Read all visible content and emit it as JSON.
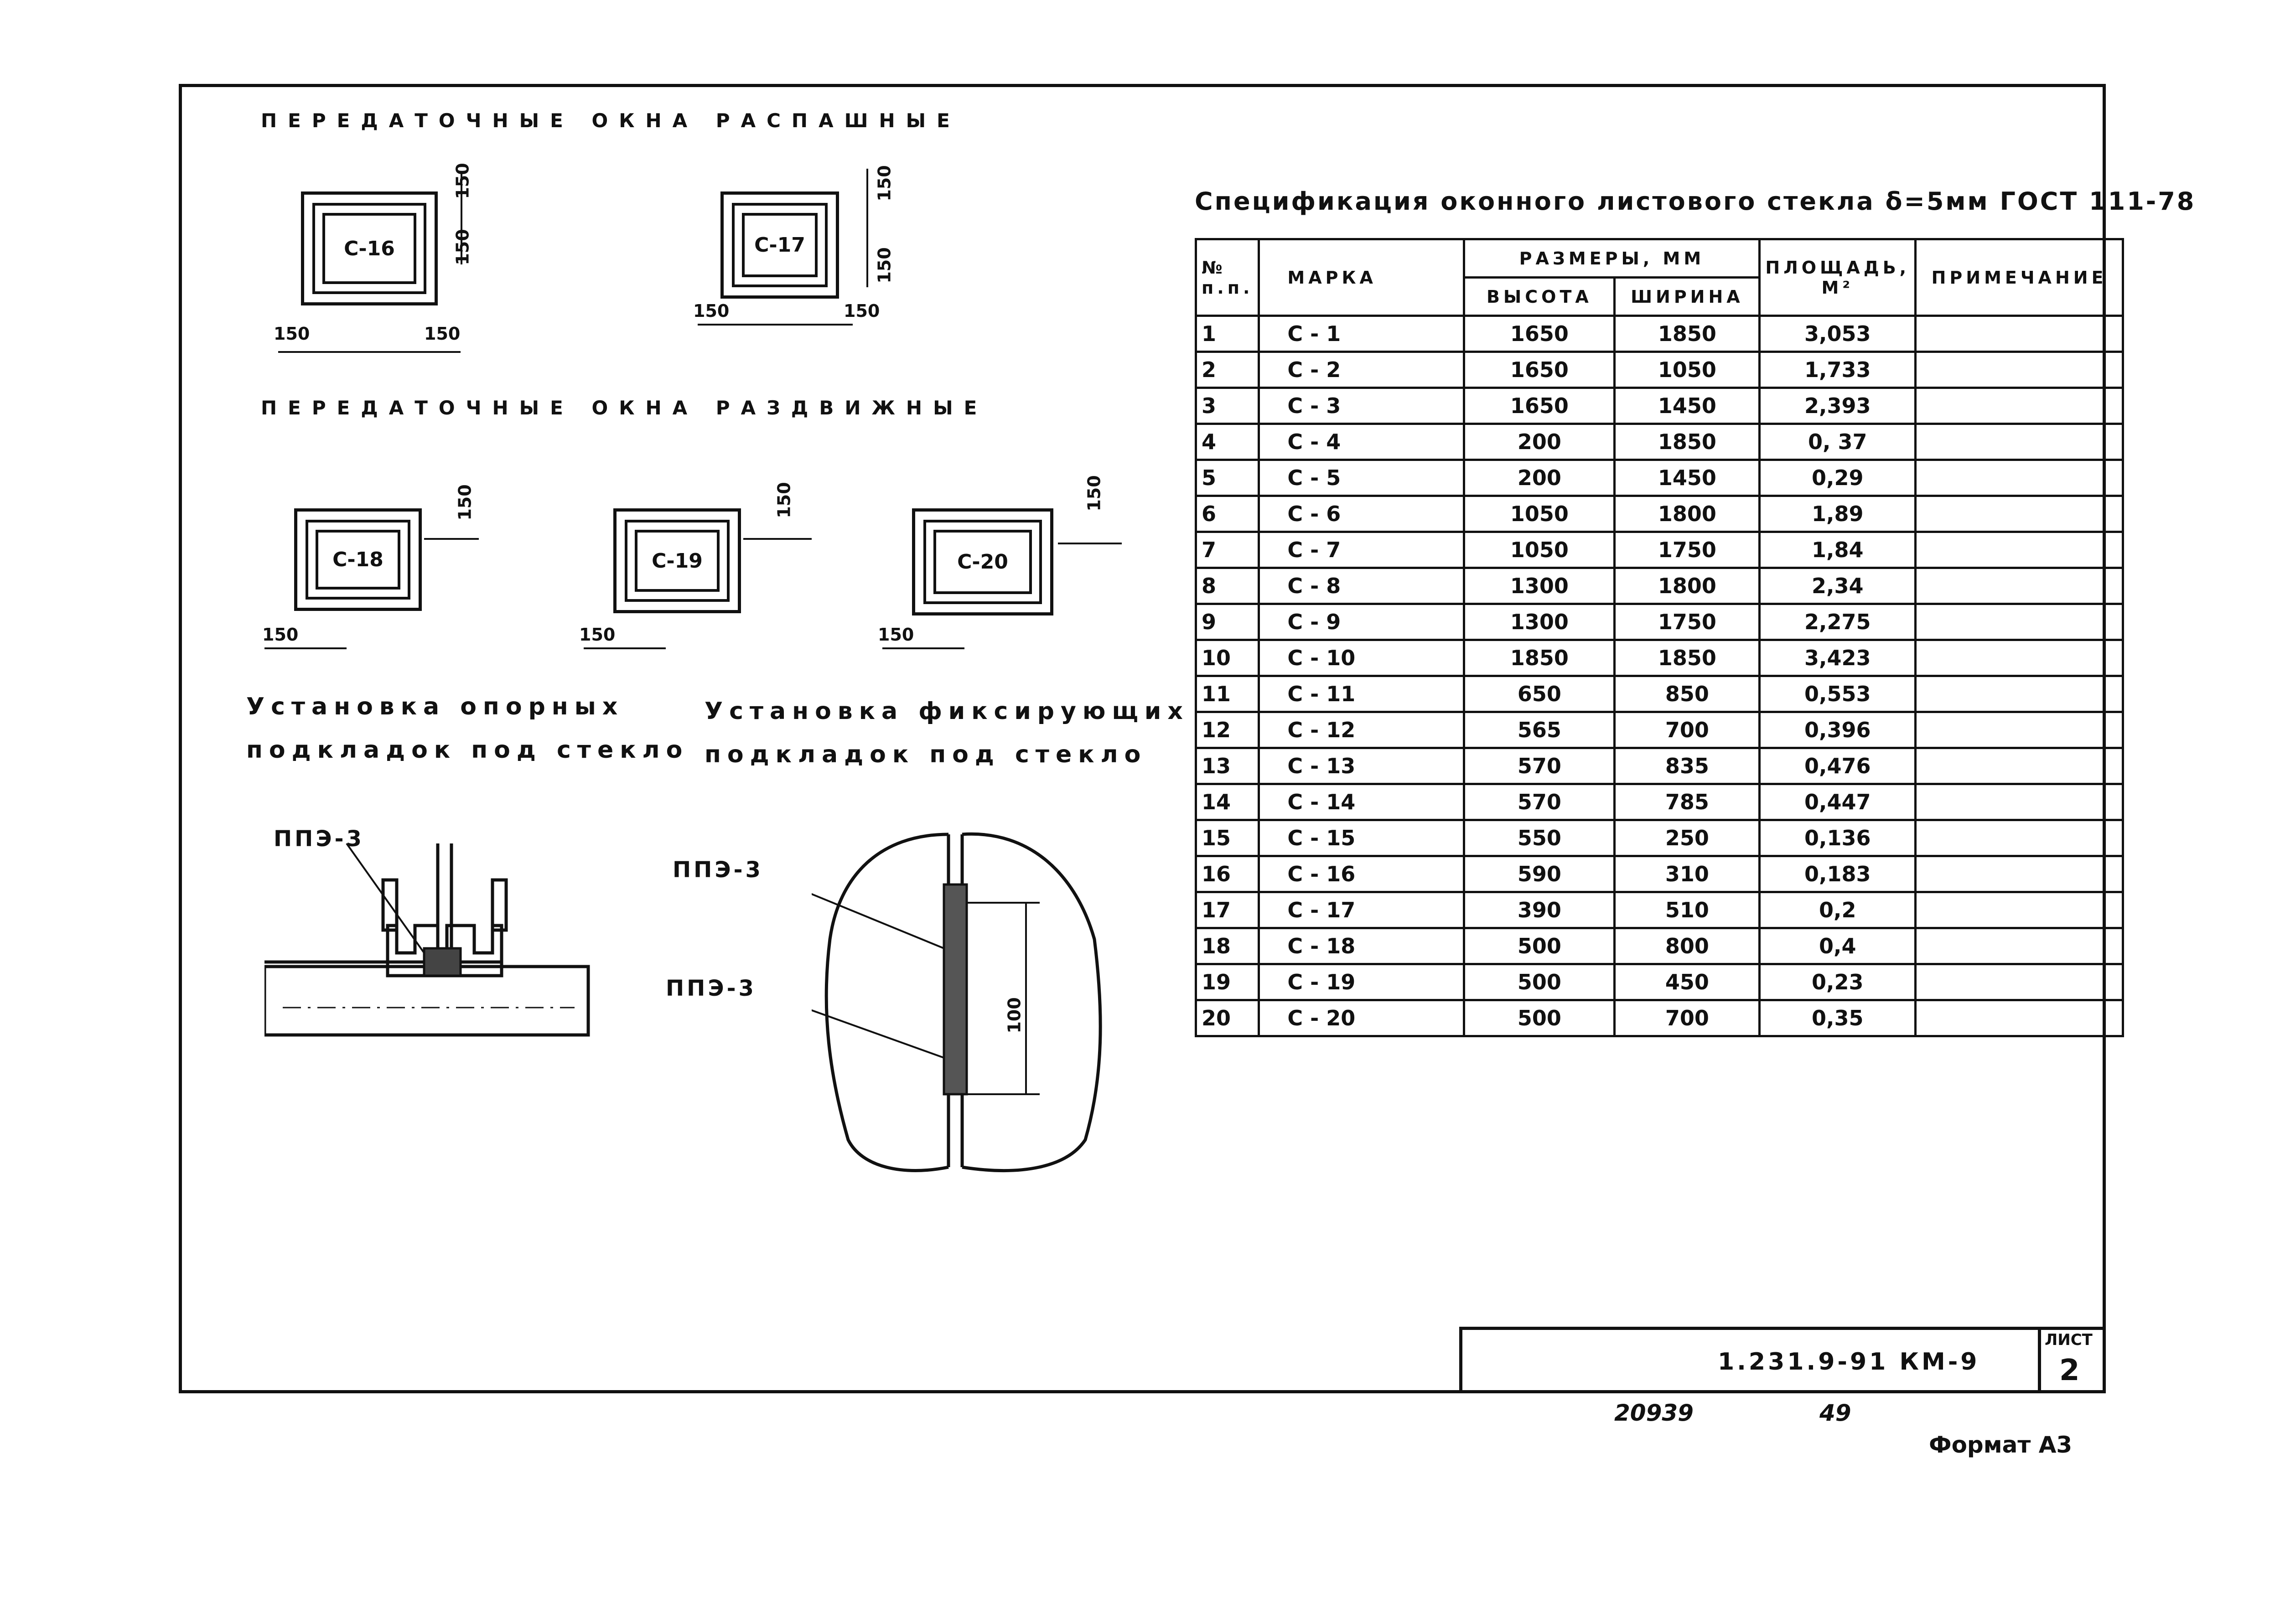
{
  "headings": {
    "swing_windows": "ПЕРЕДАТОЧНЫЕ ОКНА РАСПАШНЫЕ",
    "sliding_windows": "ПЕРЕДАТОЧНЫЕ ОКНА РАЗДВИЖНЫЕ",
    "support_pads_line1": "Установка опорных",
    "support_pads_line2": "подкладок под стекло",
    "fixing_pads_line1": "Установка фиксирующих",
    "fixing_pads_line2": "подкладок под стекло"
  },
  "windows": {
    "c16": "С-16",
    "c17": "С-17",
    "c18": "С-18",
    "c19": "С-19",
    "c20": "С-20"
  },
  "dimension_label": "150",
  "callouts": {
    "support": "ППЭ-3",
    "fixing_top": "ППЭ-3",
    "fixing_bottom": "ППЭ-3",
    "pad_length": "100"
  },
  "spec": {
    "title": "Спецификация оконного листового стекла δ=5мм ГОСТ 111-78",
    "headers": {
      "num_top": "№",
      "num_bottom": "п.п.",
      "mark": "МАРКА",
      "sizes": "РАЗМЕРЫ, ММ",
      "height": "ВЫСОТА",
      "width": "ШИРИНА",
      "area": "ПЛОЩАДЬ, М²",
      "note": "ПРИМЕЧАНИЕ"
    },
    "rows": [
      {
        "n": "1",
        "mark": "С - 1",
        "h": "1650",
        "w": "1850",
        "a": "3,053"
      },
      {
        "n": "2",
        "mark": "С - 2",
        "h": "1650",
        "w": "1050",
        "a": "1,733"
      },
      {
        "n": "3",
        "mark": "С - 3",
        "h": "1650",
        "w": "1450",
        "a": "2,393"
      },
      {
        "n": "4",
        "mark": "С - 4",
        "h": "200",
        "w": "1850",
        "a": "0, 37"
      },
      {
        "n": "5",
        "mark": "С - 5",
        "h": "200",
        "w": "1450",
        "a": "0,29"
      },
      {
        "n": "6",
        "mark": "С - 6",
        "h": "1050",
        "w": "1800",
        "a": "1,89"
      },
      {
        "n": "7",
        "mark": "С - 7",
        "h": "1050",
        "w": "1750",
        "a": "1,84"
      },
      {
        "n": "8",
        "mark": "С - 8",
        "h": "1300",
        "w": "1800",
        "a": "2,34"
      },
      {
        "n": "9",
        "mark": "С - 9",
        "h": "1300",
        "w": "1750",
        "a": "2,275"
      },
      {
        "n": "10",
        "mark": "С - 10",
        "h": "1850",
        "w": "1850",
        "a": "3,423"
      },
      {
        "n": "11",
        "mark": "С - 11",
        "h": "650",
        "w": "850",
        "a": "0,553"
      },
      {
        "n": "12",
        "mark": "С - 12",
        "h": "565",
        "w": "700",
        "a": "0,396"
      },
      {
        "n": "13",
        "mark": "С - 13",
        "h": "570",
        "w": "835",
        "a": "0,476"
      },
      {
        "n": "14",
        "mark": "С - 14",
        "h": "570",
        "w": "785",
        "a": "0,447"
      },
      {
        "n": "15",
        "mark": "С - 15",
        "h": "550",
        "w": "250",
        "a": "0,136"
      },
      {
        "n": "16",
        "mark": "С - 16",
        "h": "590",
        "w": "310",
        "a": "0,183"
      },
      {
        "n": "17",
        "mark": "С - 17",
        "h": "390",
        "w": "510",
        "a": "0,2"
      },
      {
        "n": "18",
        "mark": "С - 18",
        "h": "500",
        "w": "800",
        "a": "0,4"
      },
      {
        "n": "19",
        "mark": "С - 19",
        "h": "500",
        "w": "450",
        "a": "0,23"
      },
      {
        "n": "20",
        "mark": "С - 20",
        "h": "500",
        "w": "700",
        "a": "0,35"
      }
    ]
  },
  "stamp": {
    "code": "1.231.9-91 КМ-9",
    "sheet_label": "ЛИСТ",
    "sheet_number": "2"
  },
  "footer": {
    "inv_number": "20939",
    "page": "49",
    "format": "Формат А3"
  }
}
